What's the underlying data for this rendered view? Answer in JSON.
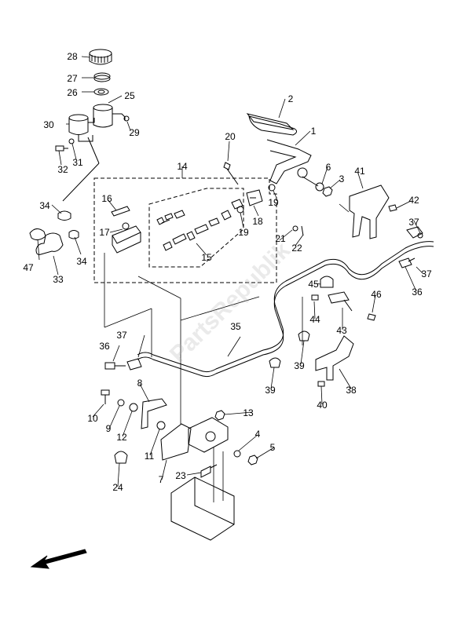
{
  "watermark": "PartsRepublik",
  "parts": [
    {
      "label": "1"
    },
    {
      "label": "2"
    },
    {
      "label": "3"
    },
    {
      "label": "4"
    },
    {
      "label": "5"
    },
    {
      "label": "6"
    },
    {
      "label": "7"
    },
    {
      "label": "8"
    },
    {
      "label": "9"
    },
    {
      "label": "10"
    },
    {
      "label": "11"
    },
    {
      "label": "12"
    },
    {
      "label": "13"
    },
    {
      "label": "14"
    },
    {
      "label": "15"
    },
    {
      "label": "16"
    },
    {
      "label": "17"
    },
    {
      "label": "18"
    },
    {
      "label": "19"
    },
    {
      "label": "19"
    },
    {
      "label": "20"
    },
    {
      "label": "21"
    },
    {
      "label": "22"
    },
    {
      "label": "23"
    },
    {
      "label": "24"
    },
    {
      "label": "25"
    },
    {
      "label": "26"
    },
    {
      "label": "27"
    },
    {
      "label": "28"
    },
    {
      "label": "29"
    },
    {
      "label": "30"
    },
    {
      "label": "31"
    },
    {
      "label": "32"
    },
    {
      "label": "33"
    },
    {
      "label": "34"
    },
    {
      "label": "34"
    },
    {
      "label": "35"
    },
    {
      "label": "36"
    },
    {
      "label": "36"
    },
    {
      "label": "37"
    },
    {
      "label": "37"
    },
    {
      "label": "38"
    },
    {
      "label": "39"
    },
    {
      "label": "39"
    },
    {
      "label": "40"
    },
    {
      "label": "41"
    },
    {
      "label": "42"
    },
    {
      "label": "43"
    },
    {
      "label": "44"
    },
    {
      "label": "45"
    },
    {
      "label": "46"
    },
    {
      "label": "47"
    }
  ],
  "colors": {
    "line": "#000000",
    "background": "#ffffff"
  },
  "icons": {
    "direction": "front-arrow-icon"
  }
}
